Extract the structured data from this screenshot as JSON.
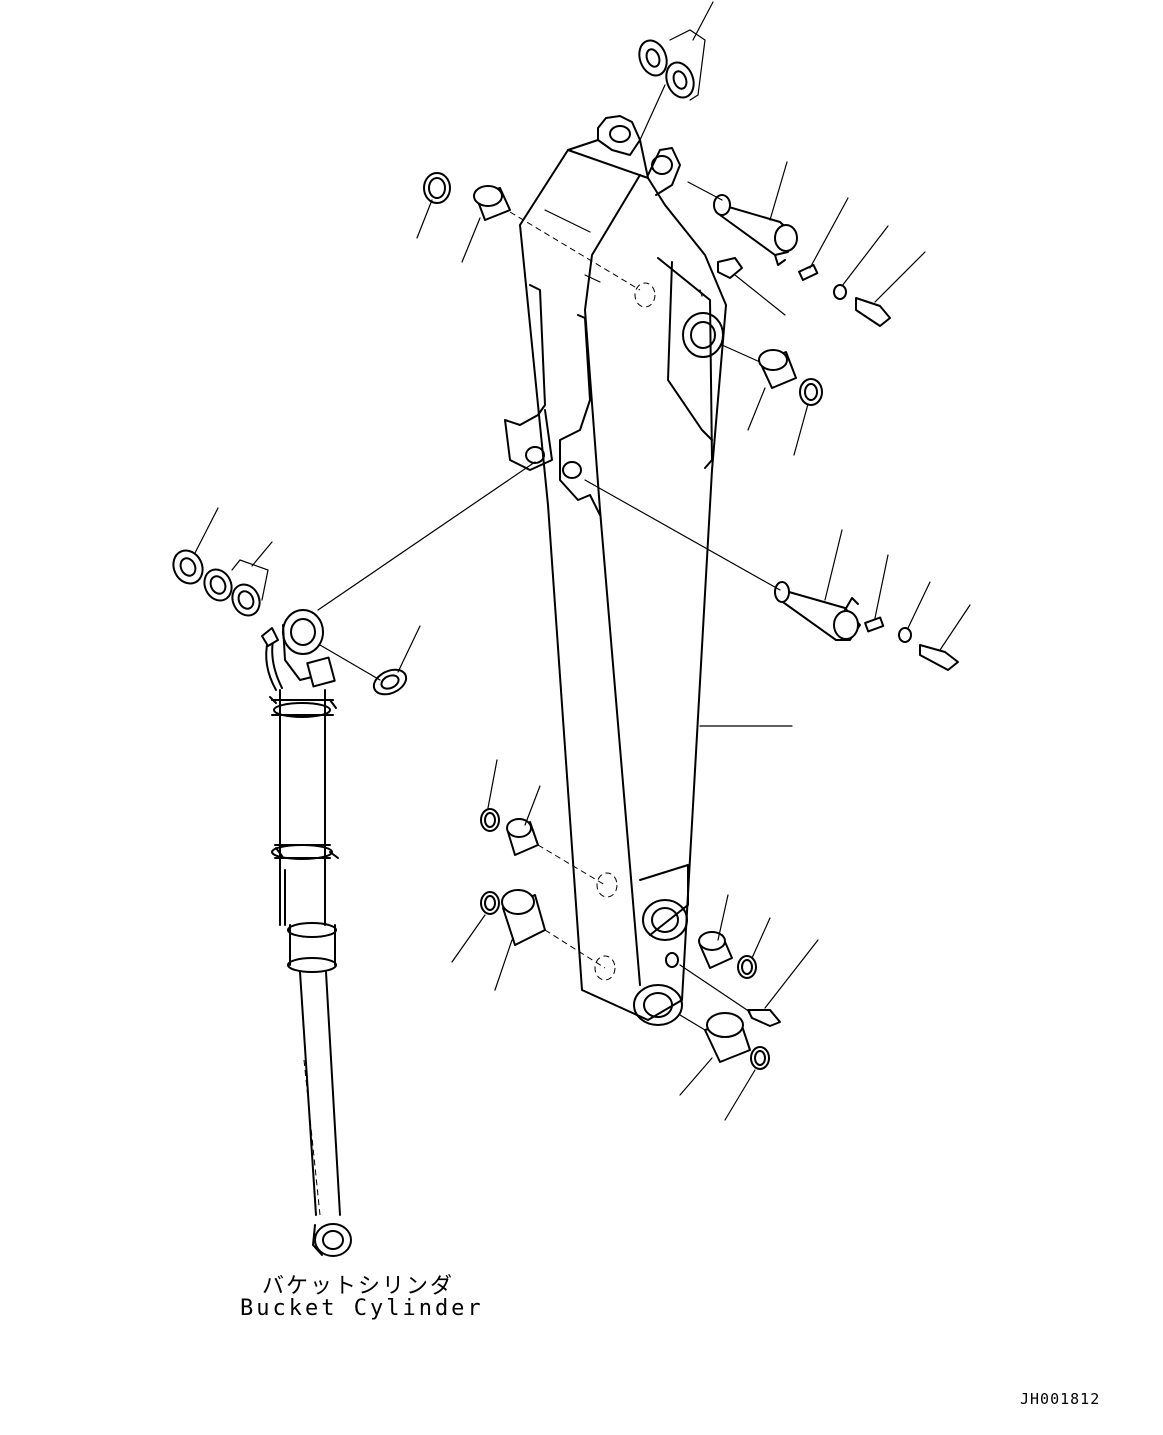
{
  "diagram": {
    "label_jp": "バケットシリンダ",
    "label_en": "Bucket Cylinder",
    "figure_id": "JH001812"
  }
}
